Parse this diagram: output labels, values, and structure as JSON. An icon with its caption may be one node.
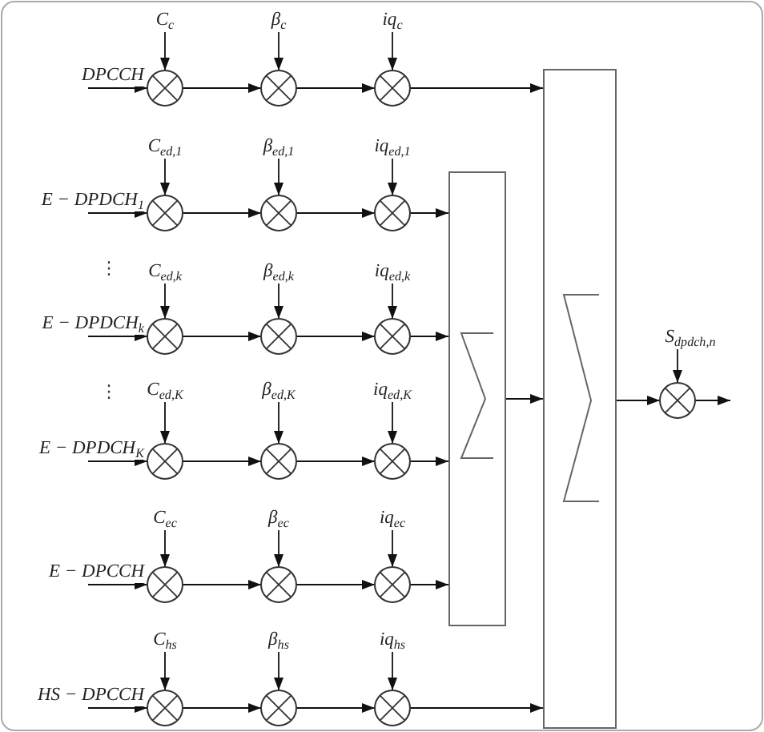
{
  "diagram": {
    "nodes": [
      {
        "text": [
          "C$_{c}$"
        ]
      },
      {
        "text": [
          "β$_{c}$"
        ]
      },
      {
        "text": [
          "iq$_{c}$"
        ]
      },
      {
        "text": [],
        "shape": "circle"
      },
      {
        "text": [],
        "shape": "circle"
      },
      {
        "text": [],
        "shape": "circle"
      },
      {
        "text": [
          "C$_{ed,1}$"
        ]
      },
      {
        "text": [
          "β$_{ed,1}$"
        ]
      },
      {
        "text": [
          "iq$_{ed,1}$"
        ]
      },
      {
        "text": [],
        "shape": "circle"
      },
      {
        "text": [],
        "shape": "circle"
      },
      {
        "text": [],
        "shape": "circle"
      },
      {
        "text": [
          "C$_{ed,k}$"
        ]
      },
      {
        "text": [
          "β$_{ed,k}$"
        ]
      },
      {
        "text": [
          "iq$_{ed,k}$"
        ]
      },
      {
        "text": [],
        "shape": "circle"
      },
      {
        "text": [],
        "shape": "circle"
      },
      {
        "text": [],
        "shape": "circle"
      },
      {
        "text": [
          "C$_{ed,K}$"
        ]
      },
      {
        "text": [
          "β$_{ed,K}$"
        ]
      },
      {
        "text": [
          "iq$_{ed,K}$"
        ]
      },
      {
        "text": [],
        "shape": "circle"
      },
      {
        "text": [],
        "shape": "circle"
      },
      {
        "text": [],
        "shape": "circle"
      },
      {
        "text": [
          "C$_{ec}$"
        ]
      },
      {
        "text": [
          "β$_{ec}$"
        ]
      },
      {
        "text": [
          "iq$_{ec}$"
        ]
      },
      {
        "text": [],
        "shape": "circle"
      },
      {
        "text": [],
        "shape": "circle"
      },
      {
        "text": [],
        "shape": "circle"
      },
      {
        "text": [
          "C$_{hs}$"
        ]
      },
      {
        "text": [
          "β$_{hs}$"
        ]
      },
      {
        "text": [
          "iq$_{hs}$"
        ]
      },
      {
        "text": [],
        "shape": "circle"
      },
      {
        "text": [],
        "shape": "circle"
      },
      {
        "text": [],
        "shape": "circle"
      },
      {
        "text": [],
        "shape": "box"
      },
      {
        "text": [],
        "shape": "box"
      },
      {
        "text": [
          "S$_{dpdch,n}$"
        ]
      },
      {
        "text": [],
        "shape": "circle"
      }
    ],
    "edges": [
      {
        "from": null,
        "to": 3,
        "arrow": "to",
        "label": "DPCCH"
      },
      {
        "from": 0,
        "to": 3,
        "arrow": "to"
      },
      {
        "from": 1,
        "to": 4,
        "arrow": "to"
      },
      {
        "from": 2,
        "to": 5,
        "arrow": "to"
      },
      {
        "from": 3,
        "to": 4,
        "arrow": "to"
      },
      {
        "from": 4,
        "to": 5,
        "arrow": "to"
      },
      {
        "from": 5,
        "to": 37,
        "arrow": "to"
      },
      {
        "from": null,
        "to": 9,
        "arrow": "to",
        "label": "E − DPDCH$_{1}$"
      },
      {
        "from": 6,
        "to": 9,
        "arrow": "to"
      },
      {
        "from": 7,
        "to": 10,
        "arrow": "to"
      },
      {
        "from": 8,
        "to": 11,
        "arrow": "to"
      },
      {
        "from": 9,
        "to": 10,
        "arrow": "to"
      },
      {
        "from": 10,
        "to": 11,
        "arrow": "to"
      },
      {
        "from": 11,
        "to": 36,
        "arrow": "to"
      },
      {
        "from": null,
        "to": 15,
        "arrow": "to",
        "label": "E − DPDCH$_{k}$"
      },
      {
        "from": 12,
        "to": 15,
        "arrow": "to"
      },
      {
        "from": 13,
        "to": 16,
        "arrow": "to"
      },
      {
        "from": 14,
        "to": 17,
        "arrow": "to"
      },
      {
        "from": 15,
        "to": 16,
        "arrow": "to"
      },
      {
        "from": 16,
        "to": 17,
        "arrow": "to"
      },
      {
        "from": 17,
        "to": 36,
        "arrow": "to"
      },
      {
        "from": null,
        "to": 21,
        "arrow": "to",
        "label": "E − DPDCH$_{K}$"
      },
      {
        "from": 18,
        "to": 21,
        "arrow": "to"
      },
      {
        "from": 19,
        "to": 22,
        "arrow": "to"
      },
      {
        "from": 20,
        "to": 23,
        "arrow": "to"
      },
      {
        "from": 21,
        "to": 22,
        "arrow": "to"
      },
      {
        "from": 22,
        "to": 23,
        "arrow": "to"
      },
      {
        "from": 23,
        "to": 36,
        "arrow": "to"
      },
      {
        "from": null,
        "to": 27,
        "arrow": "to",
        "label": "E − DPCCH"
      },
      {
        "from": 24,
        "to": 27,
        "arrow": "to"
      },
      {
        "from": 25,
        "to": 28,
        "arrow": "to"
      },
      {
        "from": 26,
        "to": 29,
        "arrow": "to"
      },
      {
        "from": 27,
        "to": 28,
        "arrow": "to"
      },
      {
        "from": 28,
        "to": 29,
        "arrow": "to"
      },
      {
        "from": 29,
        "to": 36,
        "arrow": "to"
      },
      {
        "from": null,
        "to": 33,
        "arrow": "to",
        "label": "HS − DPCCH"
      },
      {
        "from": 30,
        "to": 33,
        "arrow": "to"
      },
      {
        "from": 31,
        "to": 34,
        "arrow": "to"
      },
      {
        "from": 32,
        "to": 35,
        "arrow": "to"
      },
      {
        "from": 33,
        "to": 34,
        "arrow": "to"
      },
      {
        "from": 34,
        "to": 35,
        "arrow": "to"
      },
      {
        "from": 35,
        "to": 37,
        "arrow": "to"
      },
      {
        "from": 36,
        "to": 37,
        "arrow": "to"
      },
      {
        "from": 38,
        "to": 39,
        "arrow": "to"
      },
      {
        "from": 37,
        "to": 39,
        "arrow": "to"
      },
      {
        "from": 39,
        "to": null,
        "arrow": "to"
      }
    ],
    "labels": [
      "⋮",
      "⋮"
    ]
  }
}
